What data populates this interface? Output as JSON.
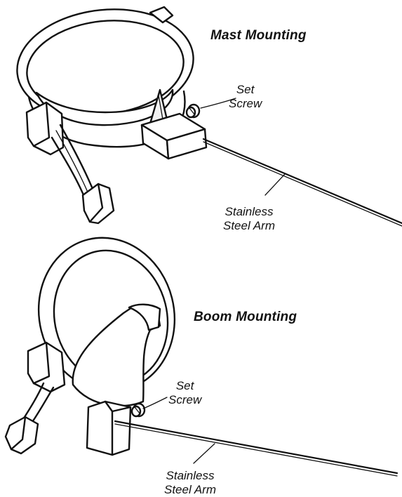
{
  "mast": {
    "title": "Mast Mounting",
    "set_screw": [
      "Set",
      "Screw"
    ],
    "arm": [
      "Stainless",
      "Steel Arm"
    ]
  },
  "boom": {
    "title": "Boom Mounting",
    "set_screw": [
      "Set",
      "Screw"
    ],
    "arm": [
      "Stainless",
      "Steel Arm"
    ]
  }
}
